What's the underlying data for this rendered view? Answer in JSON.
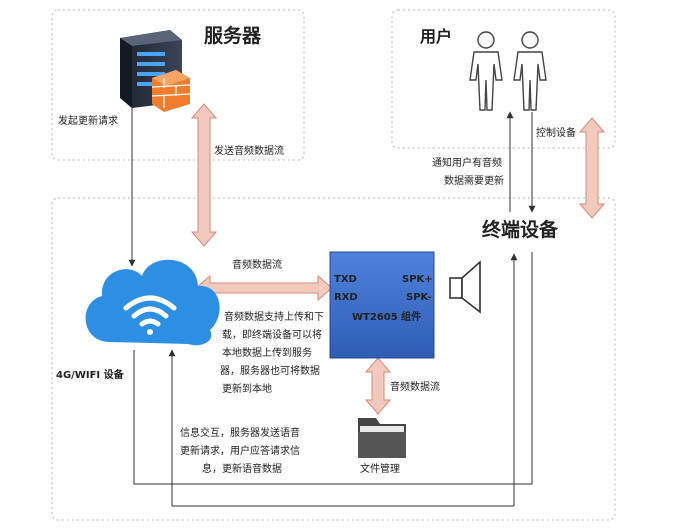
{
  "labels": {
    "server": "服务器",
    "user": "用户",
    "terminal": "终端设备",
    "wifi_device": "4G/WIFI 设备",
    "file_mgmt": "文件管理",
    "module": "WT2605 组件",
    "txd": "TXD",
    "rxd": "RXD",
    "spk_pos": "SPK+",
    "spk_neg": "SPK-",
    "send_update_request": "发起更新请求",
    "send_audio_stream": "发送音频数据流",
    "control_device": "控制设备",
    "notify_user_line1": "通知用户有音频",
    "notify_user_line2": "数据需要更新",
    "audio_stream_top": "音频数据流",
    "audio_stream_bottom": "音频数据流",
    "upload_desc": [
      "音频数据支持上传和下",
      "载，即终端设备可以将",
      "本地数据上传到服务",
      "器，服务器也可将数据",
      "更新到本地"
    ],
    "interaction_desc": [
      "信息交互，服务器发送语音",
      "更新请求，用户应答请求信",
      "息，更新语音数据"
    ]
  },
  "colors": {
    "arrow_fill": "#f2c9bd",
    "arrow_stroke": "#d98a76",
    "module_fill": "#3d6fc9",
    "cloud": "#2d8fe3",
    "dashed_border": "#b8b8b8"
  }
}
